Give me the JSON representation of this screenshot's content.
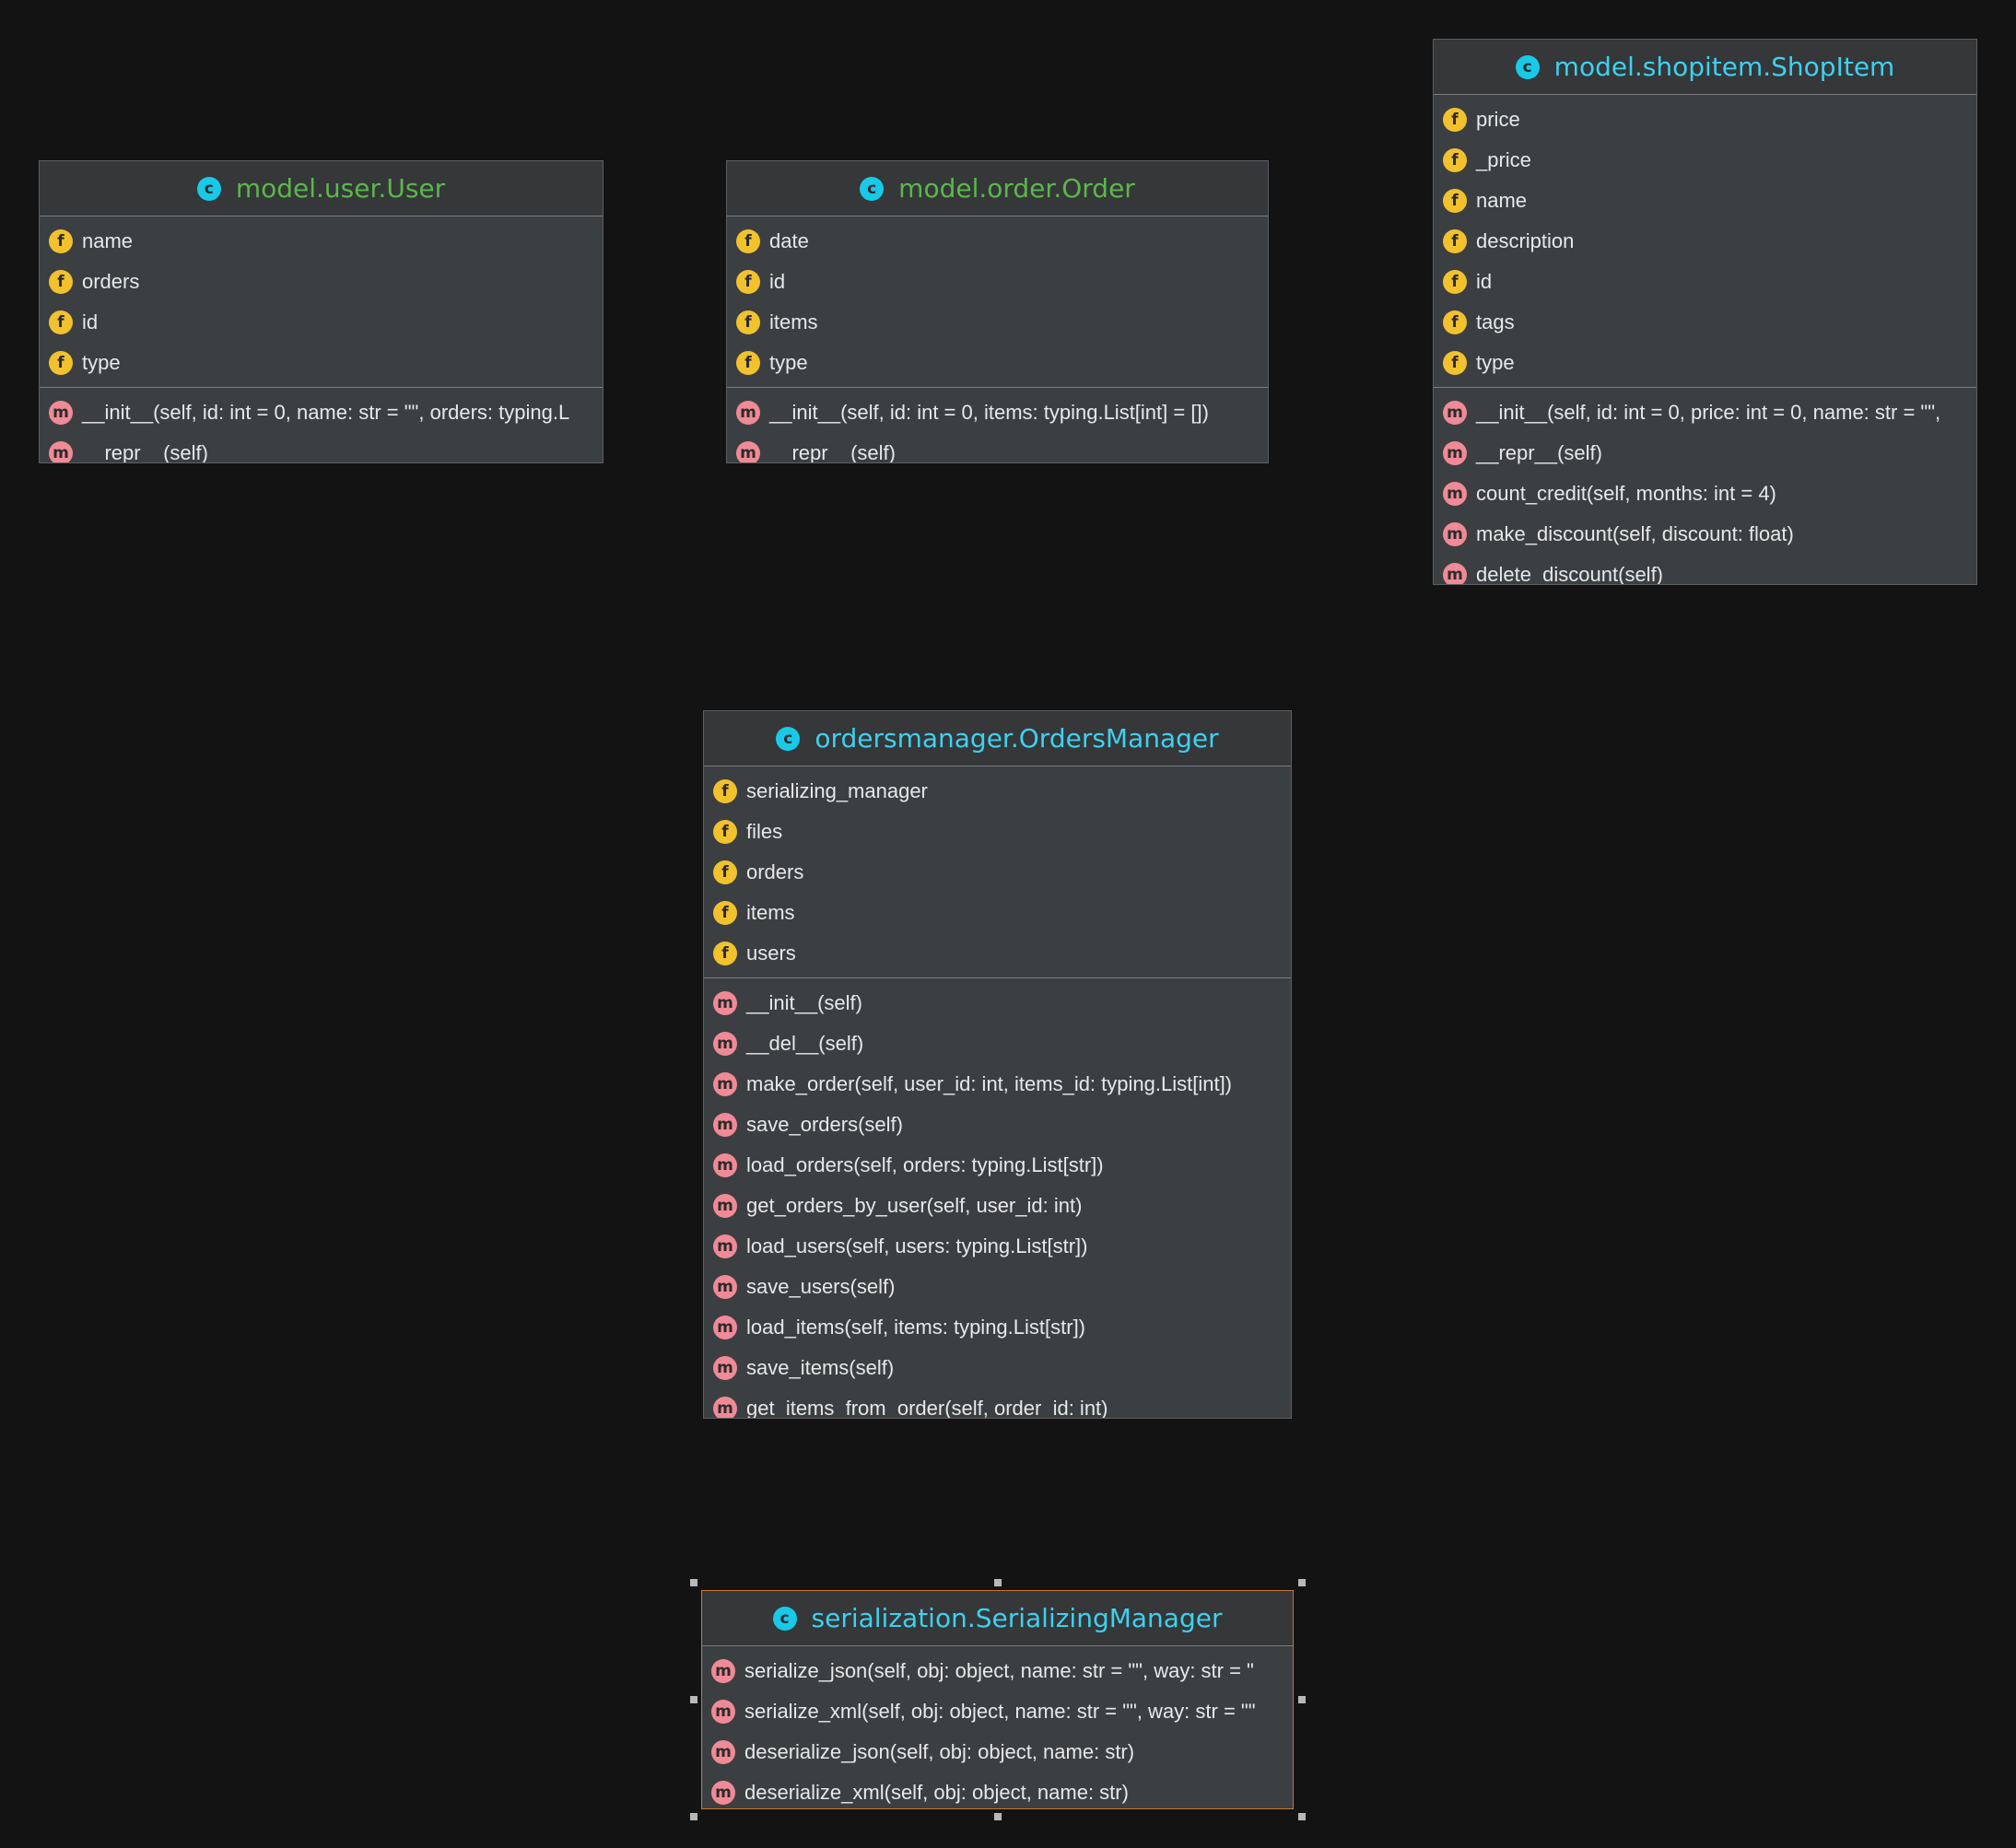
{
  "classes": {
    "user": {
      "title": "model.user.User",
      "fields": [
        "name",
        "orders",
        "id",
        "type"
      ],
      "methods": [
        "__init__(self, id: int = 0, name: str = \"\", orders: typing.L",
        "__repr__(self)"
      ]
    },
    "order": {
      "title": "model.order.Order",
      "fields": [
        "date",
        "id",
        "items",
        "type"
      ],
      "methods": [
        "__init__(self, id: int = 0, items: typing.List[int] = [])",
        "__repr__(self)"
      ]
    },
    "shopitem": {
      "title": "model.shopitem.ShopItem",
      "fields": [
        "price",
        "_price",
        "name",
        "description",
        "id",
        "tags",
        "type"
      ],
      "methods": [
        "__init__(self, id: int = 0, price: int = 0, name: str = \"\",",
        "__repr__(self)",
        "count_credit(self, months: int = 4)",
        "make_discount(self, discount: float)",
        "delete_discount(self)"
      ]
    },
    "ordersmanager": {
      "title": "ordersmanager.OrdersManager",
      "fields": [
        "serializing_manager",
        "files",
        "orders",
        "items",
        "users"
      ],
      "methods": [
        "__init__(self)",
        "__del__(self)",
        "make_order(self, user_id: int, items_id: typing.List[int])",
        "save_orders(self)",
        "load_orders(self, orders: typing.List[str])",
        "get_orders_by_user(self, user_id: int)",
        "load_users(self, users: typing.List[str])",
        "save_users(self)",
        "load_items(self, items: typing.List[str])",
        "save_items(self)",
        "get_items_from_order(self, order_id: int)"
      ]
    },
    "serializingmanager": {
      "title": "serialization.SerializingManager",
      "fields": [],
      "methods": [
        "serialize_json(self, obj: object, name: str = \"\", way: str = \"",
        "serialize_xml(self, obj: object, name: str = \"\", way: str = \"\"",
        "deserialize_json(self, obj: object, name: str)",
        "deserialize_xml(self, obj: object, name: str)"
      ]
    }
  },
  "icons": {
    "class_letter": "c",
    "field_letter": "f",
    "method_letter": "m"
  },
  "colors": {
    "background": "#131313",
    "class_icon": "#19c9e8",
    "field_badge": "#f2c12e",
    "method_badge": "#f08a96",
    "selection_border": "#c8782e"
  }
}
